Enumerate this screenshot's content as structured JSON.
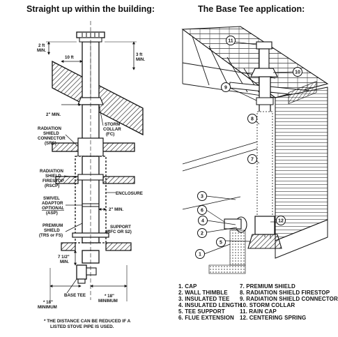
{
  "titles": {
    "left": "Straight up within the building:",
    "right": "The Base Tee application:"
  },
  "left_diagram": {
    "dimensions": {
      "two_ft": [
        "2 ft",
        "MIN."
      ],
      "ten_ft": "10 ft",
      "three_ft": [
        "3 ft",
        "MIN."
      ],
      "two_in_top": "2\" MIN.",
      "two_in_side": "2\" MIN.",
      "seven_half": [
        "7 1/2\"",
        "MIN."
      ],
      "eighteen_left": [
        "* 18\"",
        "MINIMUM"
      ],
      "eighteen_right": [
        "* 18\"",
        "MINIMUM"
      ]
    },
    "labels": {
      "srs": [
        "RADIATION",
        "SHIELD",
        "CONNECTOR",
        "(SRS)"
      ],
      "storm_collar": [
        "STORM",
        "COLLAR",
        "(FC)"
      ],
      "rscp": [
        "RADIATION",
        "SHIELD",
        "FIRESTOP",
        "(RSCP)"
      ],
      "enclosure": "ENCLOSURE",
      "asp": [
        "SWIVEL",
        "ADAPTOR",
        "OPTIONAL",
        "(ASP)"
      ],
      "premium": [
        "PREMIUM",
        "SHIELD",
        "(TRS or FS)"
      ],
      "support": [
        "SUPPORT",
        "(SFC OR S2)"
      ],
      "base_tee": "BASE TEE"
    }
  },
  "right_diagram": {
    "callouts": [
      "1",
      "2",
      "3",
      "4",
      "5",
      "6",
      "7",
      "8",
      "9",
      "10",
      "11",
      "12"
    ]
  },
  "legend": {
    "left": [
      "1. CAP",
      "2. WALL THIMBLE",
      "3. INSULATED TEE",
      "4. INSULATED LENGTH",
      "5. TEE SUPPORT",
      "6. FLUE EXTENSION"
    ],
    "right": [
      "7. PREMIUM SHIELD",
      "8. RADIATION SHIELD FIRESTOP",
      "9. RADIATION SHIELD CONNECTOR",
      "10. STORM COLLAR",
      "11. RAIN CAP",
      "12. CENTERING SPRING"
    ]
  },
  "note": [
    "*  THE DISTANCE CAN BE REDUCED IF A",
    "LISTED STOVE PIPE IS USED."
  ]
}
